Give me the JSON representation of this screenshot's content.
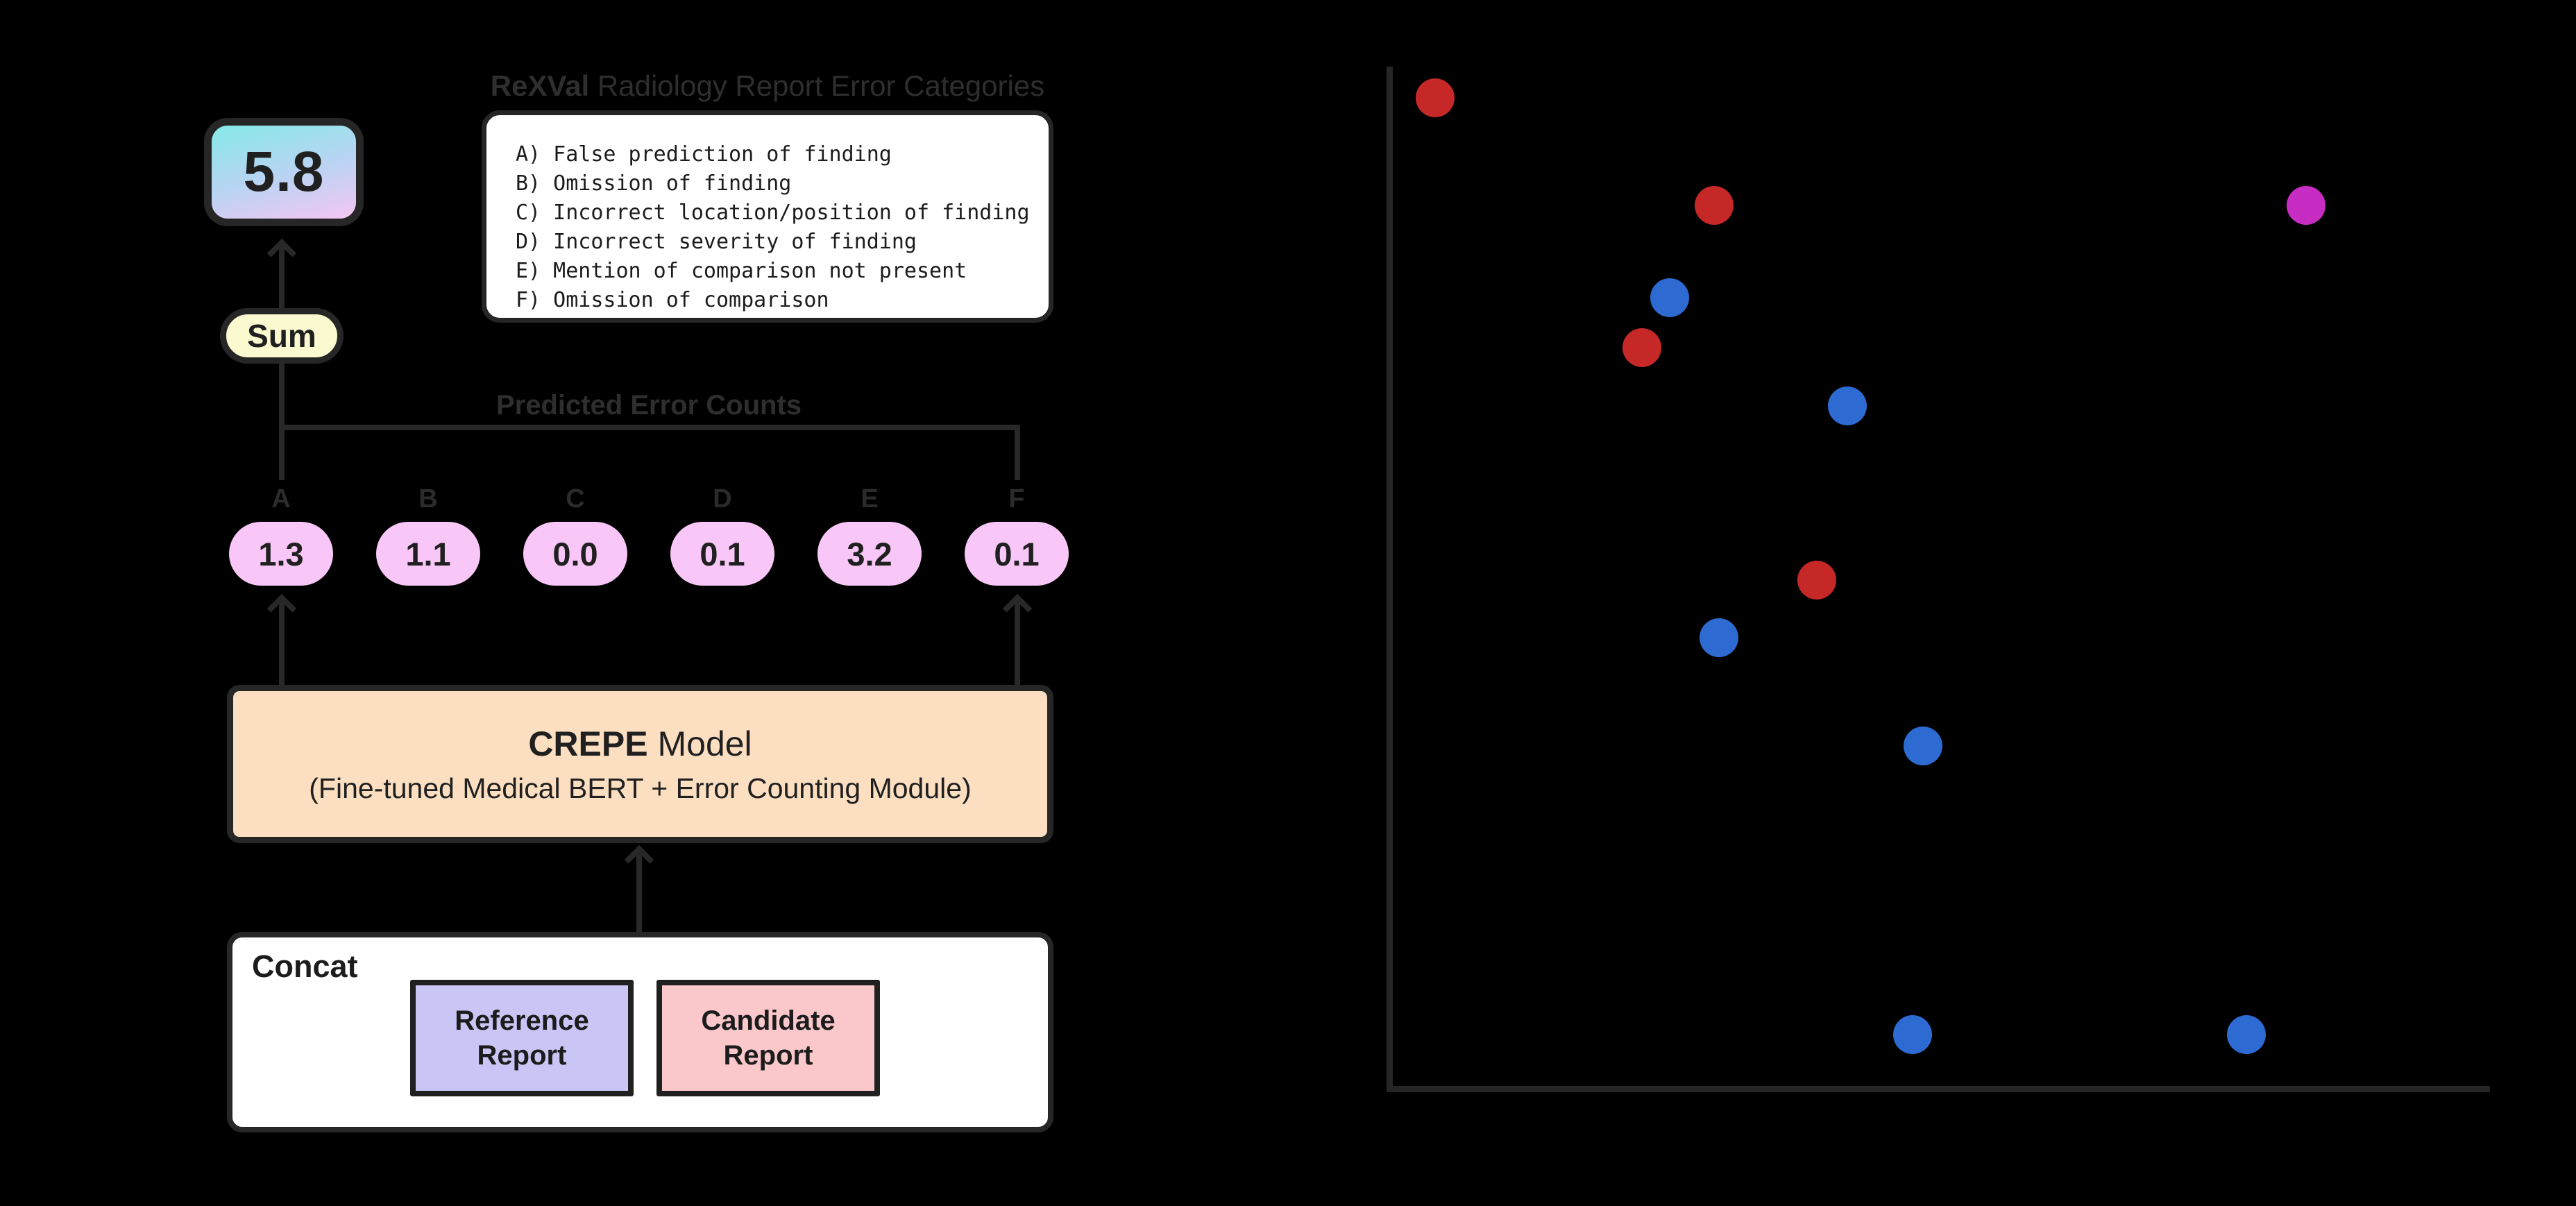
{
  "colors": {
    "background": "#000000",
    "stroke": "#262626",
    "muted_label": "#2e2e2e",
    "score_gradient_top": "#85e9e7",
    "score_gradient_bottom": "#f4c6f2",
    "sum_pill": "#fbf9cf",
    "count_pill": "#f9c7f7",
    "model_box": "#fcdfc1",
    "reference_box": "#c9c6f6",
    "candidate_box": "#fac7cb",
    "panel": "#ffffff",
    "dot_red": "#c62828",
    "dot_blue": "#2d6bd3",
    "dot_magenta": "#c82dc3"
  },
  "diagram": {
    "score_value": "5.8",
    "sum_label": "Sum",
    "rexval_title": {
      "bold": "ReXVal",
      "rest": " Radiology Report Error Categories"
    },
    "error_categories": [
      "A) False prediction of finding",
      "B) Omission of finding",
      "C) Incorrect location/position of finding",
      "D) Incorrect severity of finding",
      "E) Mention of comparison not present",
      "F) Omission of comparison"
    ],
    "predicted_counts_title": "Predicted Error Counts",
    "predicted_counts": [
      {
        "label": "A",
        "value": "1.3"
      },
      {
        "label": "B",
        "value": "1.1"
      },
      {
        "label": "C",
        "value": "0.0"
      },
      {
        "label": "D",
        "value": "0.1"
      },
      {
        "label": "E",
        "value": "3.2"
      },
      {
        "label": "F",
        "value": "0.1"
      }
    ],
    "model": {
      "name_bold": "CREPE",
      "name_rest": " Model",
      "subtitle": "(Fine-tuned Medical BERT + Error Counting Module)"
    },
    "concat_label": "Concat",
    "inputs": {
      "reference": "Reference Report",
      "candidate": "Candidate Report"
    }
  },
  "chart_data": {
    "type": "scatter",
    "title": "",
    "xlabel": "",
    "ylabel": "",
    "axis_tick_labels_visible": false,
    "legend": "none",
    "coordinate_units": "fraction of plot area, x from left axis, y up from bottom axis",
    "series": [
      {
        "name": "red",
        "color": "#c62828",
        "points": [
          [
            0.043,
            0.972
          ],
          [
            0.297,
            0.867
          ],
          [
            0.231,
            0.727
          ],
          [
            0.39,
            0.499
          ]
        ]
      },
      {
        "name": "blue",
        "color": "#2d6bd3",
        "points": [
          [
            0.256,
            0.776
          ],
          [
            0.418,
            0.67
          ],
          [
            0.301,
            0.443
          ],
          [
            0.487,
            0.337
          ],
          [
            0.477,
            0.054
          ],
          [
            0.781,
            0.054
          ]
        ]
      },
      {
        "name": "magenta",
        "color": "#c82dc3",
        "points": [
          [
            0.835,
            0.867
          ]
        ]
      }
    ]
  }
}
